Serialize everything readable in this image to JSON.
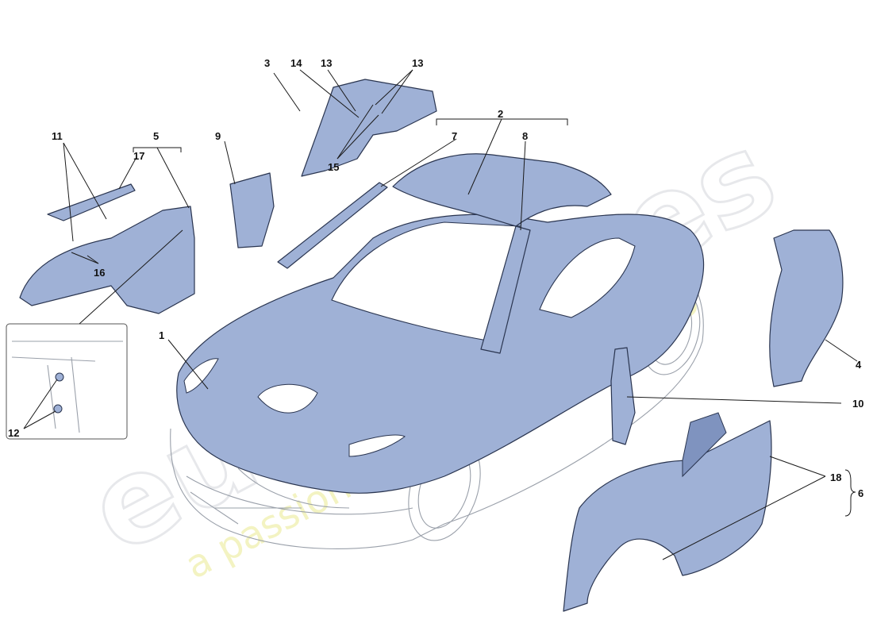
{
  "watermark": {
    "brand": "eurospares",
    "tagline": "a passion for parts since 1985"
  },
  "callouts": {
    "c1": "1",
    "c2": "2",
    "c3": "3",
    "c4": "4",
    "c5": "5",
    "c6": "6",
    "c7": "7",
    "c8": "8",
    "c9": "9",
    "c10": "10",
    "c11": "11",
    "c12": "12",
    "c13a": "13",
    "c13b": "13",
    "c14": "14",
    "c15": "15",
    "c16": "16",
    "c17": "17",
    "c18": "18"
  },
  "colors": {
    "part_fill": "#9fb1d6",
    "outline": "#9aa0aa",
    "watermark": "#d4d7dc",
    "watermark_tagline": "#ecec9a"
  }
}
